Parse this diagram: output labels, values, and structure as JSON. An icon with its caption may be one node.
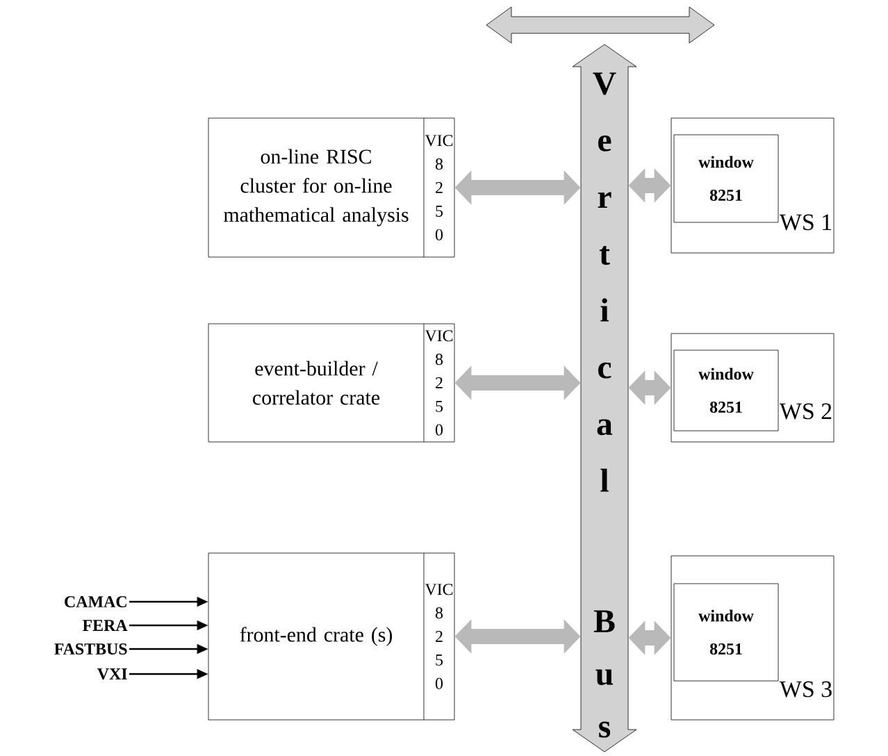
{
  "diagram": {
    "nodes": [
      {
        "text": [
          "Vertical",
          "Bus"
        ]
      },
      {
        "text": [
          "on-line RISC cluster for on-line mathematical analysis",
          "VIC 8250"
        ]
      },
      {
        "text": [
          "event-builder / correlator crate",
          "VIC 8250"
        ]
      },
      {
        "text": [
          "front-end crate (s)",
          "VIC 8250"
        ]
      },
      {
        "text": [
          "WS 1"
        ]
      },
      {
        "text": [
          "window",
          "8251"
        ],
        "in": 4
      },
      {
        "text": [
          "WS 2"
        ]
      },
      {
        "text": [
          "window",
          "8251"
        ],
        "in": 6
      },
      {
        "text": [
          "WS 3"
        ]
      },
      {
        "text": [
          "window",
          "8251"
        ],
        "in": 8
      },
      {
        "text": [
          "CAMAC"
        ]
      },
      {
        "text": [
          "FERA"
        ]
      },
      {
        "text": [
          "FASTBUS"
        ]
      },
      {
        "text": [
          "VXI"
        ]
      }
    ],
    "edges": [
      {
        "from": 1,
        "to": 0,
        "arrow": "both"
      },
      {
        "from": 0,
        "to": 4,
        "arrow": "both"
      },
      {
        "from": 2,
        "to": 0,
        "arrow": "both"
      },
      {
        "from": 0,
        "to": 6,
        "arrow": "both"
      },
      {
        "from": 3,
        "to": 0,
        "arrow": "both"
      },
      {
        "from": 0,
        "to": 8,
        "arrow": "both"
      },
      {
        "from": 10,
        "to": 3,
        "arrow": "to",
        "color": "#000000"
      },
      {
        "from": 11,
        "to": 3,
        "arrow": "to",
        "color": "#000000"
      },
      {
        "from": 12,
        "to": 3,
        "arrow": "to",
        "color": "#000000"
      },
      {
        "from": 13,
        "to": 3,
        "arrow": "to",
        "color": "#000000"
      }
    ]
  }
}
